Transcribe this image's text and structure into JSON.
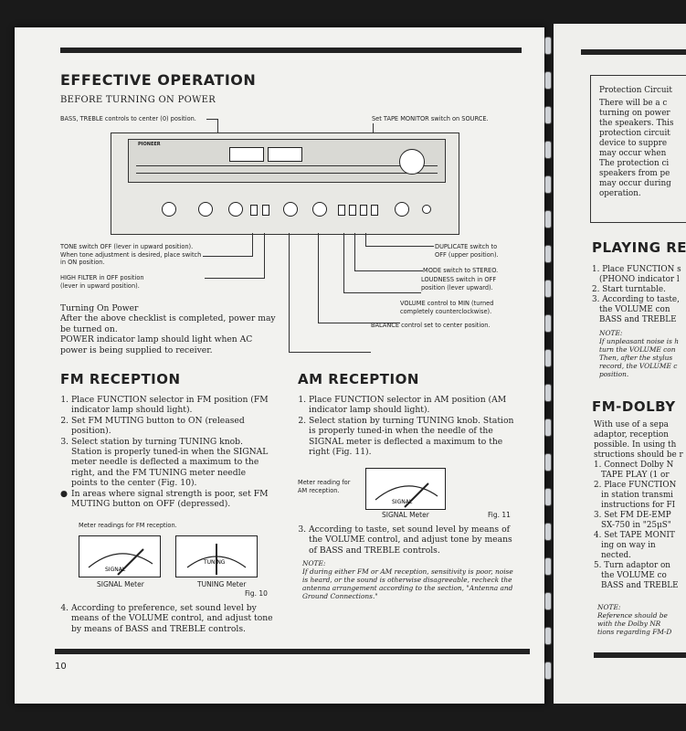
{
  "left_page": {
    "title": "EFFECTIVE OPERATION",
    "subtitle": "BEFORE TURNING ON POWER",
    "brand": "PIONEER",
    "labels": {
      "bass_treble": "BASS, TREBLE controls to center (0) position.",
      "tape_monitor": "Set TAPE MONITOR switch on SOURCE.",
      "tone_1": "TONE switch OFF (lever in upward position).",
      "tone_2": "When tone adjustment is desired, place switch",
      "tone_3": "in ON position.",
      "high_filter_1": "HIGH FILTER in OFF position",
      "high_filter_2": "(lever in upward position).",
      "duplicate_1": "DUPLICATE switch to",
      "duplicate_2": "OFF (upper position).",
      "mode": "MODE switch to STEREO.",
      "loudness_1": "LOUDNESS switch in OFF",
      "loudness_2": "position (lever upward).",
      "volume_1": "VOLUME control to MIN (turned",
      "volume_2": "completely counterclockwise).",
      "balance": "BALANCE control set to center position."
    },
    "turning_on": {
      "heading": "Turning On Power",
      "line1": "After the above checklist is completed, power may",
      "line2": "be turned on.",
      "line3": "POWER indicator lamp should light when AC",
      "line4": "power is being supplied to receiver."
    },
    "fm": {
      "title": "FM RECEPTION",
      "items": [
        "Place FUNCTION selector in FM position (FM indicator lamp should light).",
        "Set FM MUTING button to ON (released position).",
        "Select station by turning TUNING knob. Station is properly tuned-in when the SIGNAL meter needle is deflected a maximum to the right, and the FM TUNING meter needle points to the center (Fig. 10)."
      ],
      "bullet": "In areas where signal strength is poor, set FM MUTING button on OFF (depressed).",
      "meter_caption": "Meter readings for FM reception.",
      "signal_meter": "SIGNAL Meter",
      "tuning_meter": "TUNING Meter",
      "signal_face": "SIGNAL",
      "tuning_face": "TUNING",
      "fig": "Fig. 10",
      "item4": "According to preference, set sound level by means of the VOLUME control, and adjust tone by means of BASS and TREBLE controls."
    },
    "am": {
      "title": "AM RECEPTION",
      "items": [
        "Place FUNCTION selector in AM position (AM indicator lamp should light).",
        "Select station by turning TUNING knob. Station is properly tuned-in when the needle of the SIGNAL meter is deflected a maximum to the right (Fig. 11)."
      ],
      "meter_caption_1": "Meter reading for",
      "meter_caption_2": "AM reception.",
      "signal_meter": "SIGNAL Meter",
      "signal_face": "SIGNAL",
      "fig": "Fig. 11",
      "item3": "According to taste, set sound level by means of the VOLUME control, and adjust tone by means of BASS and TREBLE controls.",
      "note_label": "NOTE:",
      "note": "If during either FM or AM reception, sensitivity is poor, noise is heard, or the sound is otherwise disagreeable, recheck the antenna arrangement according to the section, \"Antenna and Ground Connections.\""
    },
    "page_number": "10"
  },
  "right_page": {
    "protection_title": "Protection Circuit",
    "protection_lines": [
      "There will be a c",
      "turning on power",
      "the speakers. This",
      "protection circuit",
      "device to suppre",
      "may occur when",
      "The protection ci",
      "speakers from pe",
      "may occur during",
      "operation."
    ],
    "playing_title": "PLAYING RE",
    "playing_lines": [
      "1. Place FUNCTION s",
      "(PHONO indicator l",
      "2. Start turntable.",
      "3. According to taste,",
      "the VOLUME con",
      "BASS and TREBLE"
    ],
    "playing_note_label": "NOTE:",
    "playing_note_lines": [
      "If unpleasant noise is h",
      "turn the VOLUME con",
      "Then, after the stylus",
      "record, the VOLUME c",
      "position."
    ],
    "dolby_title": "FM-DOLBY",
    "dolby_lines": [
      "With use of a sepa",
      "adaptor, reception",
      "possible. In using th",
      "structions should be r",
      "1. Connect Dolby N",
      "TAPE PLAY (1 or",
      "2. Place FUNCTION",
      "in station transmi",
      "instructions for FI",
      "3. Set FM DE-EMP",
      "SX-750 in \"25μS\"",
      "4. Set TAPE MONIT",
      "ing on way in",
      "nected.",
      "5. Turn adaptor on",
      "the VOLUME co",
      "BASS and TREBLE"
    ],
    "dolby_note_label": "NOTE:",
    "dolby_note_lines": [
      "Reference should be",
      "with the Dolby NR",
      "tions regarding FM-D"
    ]
  }
}
